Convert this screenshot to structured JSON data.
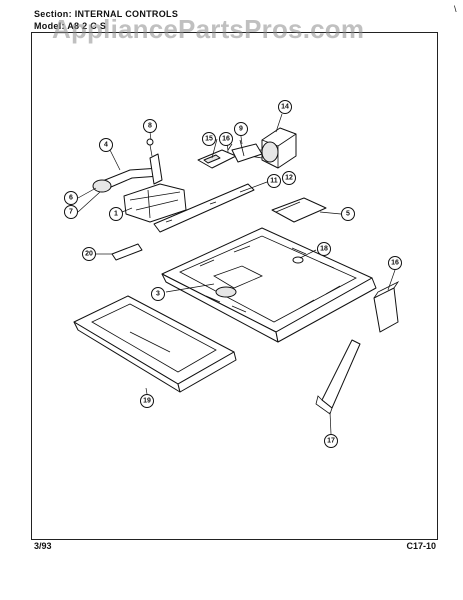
{
  "header": {
    "section": "Section:  INTERNAL CONTROLS",
    "model": "Model:  A8  2  C  S",
    "watermark": "AppliancePartsPros.com"
  },
  "footer": {
    "date": "3/93",
    "code": "C17-10"
  },
  "corner_mark": "\\",
  "callouts": [
    "1",
    "3",
    "4",
    "5",
    "6",
    "7",
    "8",
    "9",
    "11",
    "12",
    "13",
    "14",
    "15",
    "16",
    "17",
    "18",
    "19",
    "20"
  ]
}
